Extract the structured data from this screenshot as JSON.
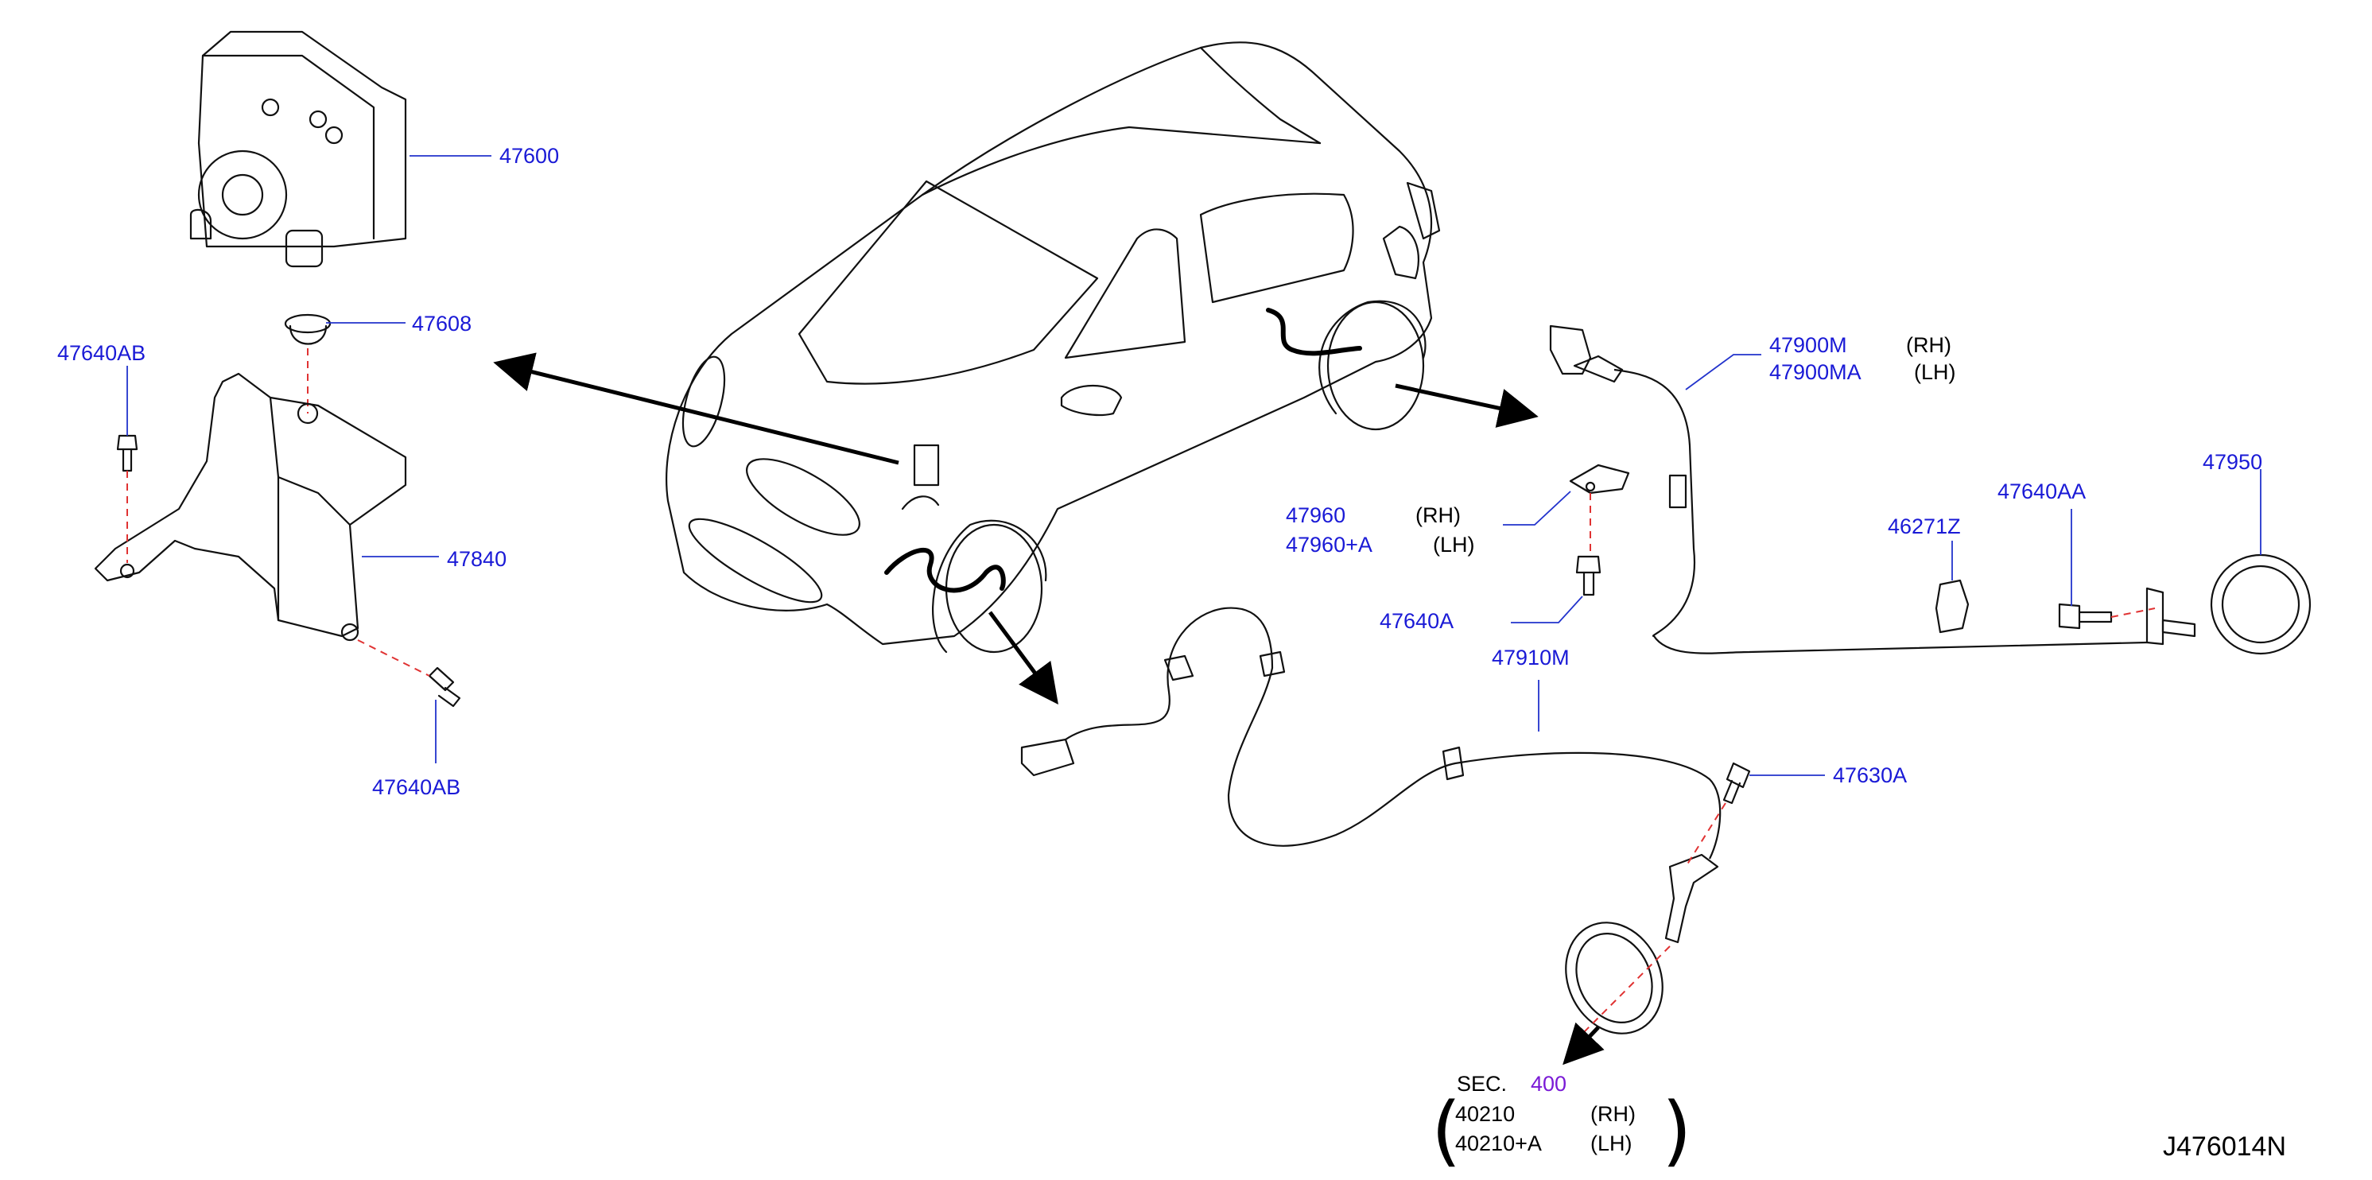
{
  "colors": {
    "part_number": "#1a1ad6",
    "section_number": "#7a1ad6",
    "leader": "#2233cc",
    "dashed_axis": "#e03333",
    "text": "#000000"
  },
  "labels": {
    "p47600": "47600",
    "p47608": "47608",
    "p47640AB_top": "47640AB",
    "p47640AB_bottom": "47640AB",
    "p47840": "47840",
    "p47900M": "47900M",
    "p47900M_side": "(RH)",
    "p47900MA": "47900MA",
    "p47900MA_side": "(LH)",
    "p47950": "47950",
    "p47640AA": "47640AA",
    "p46271Z": "46271Z",
    "p47960": "47960",
    "p47960_side": "(RH)",
    "p47960A": "47960+A",
    "p47960A_side": "(LH)",
    "p47640A": "47640A",
    "p47910M": "47910M",
    "p47630A": "47630A"
  },
  "section_ref": {
    "prefix": "SEC.",
    "number": "400",
    "items": [
      {
        "part": "40210",
        "side": "(RH)"
      },
      {
        "part": "40210+A",
        "side": "(LH)"
      }
    ],
    "open_paren": "(",
    "close_paren": ")"
  },
  "diagram_id": "J476014N"
}
